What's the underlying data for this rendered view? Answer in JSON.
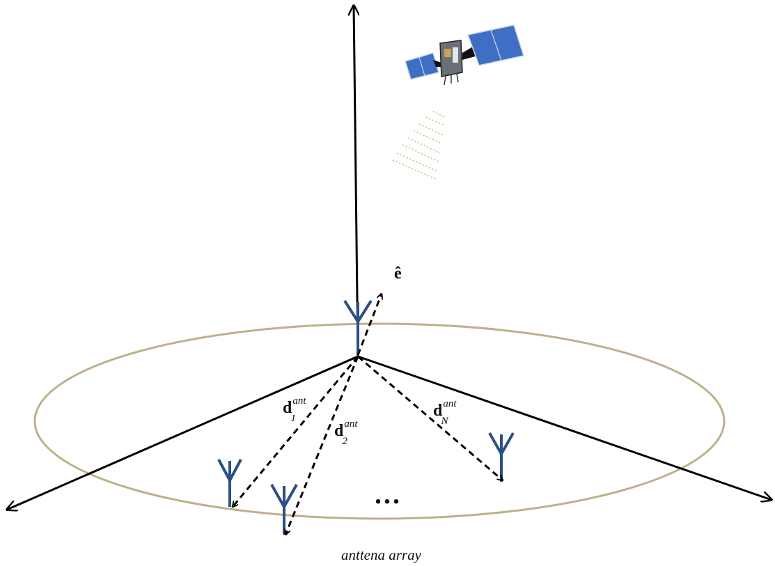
{
  "diagram": {
    "unit_vector_label": "ê",
    "baseline_labels": [
      {
        "base": "d",
        "superscript": "ant",
        "subscript": "1"
      },
      {
        "base": "d",
        "superscript": "ant",
        "subscript": "2"
      },
      {
        "base": "d",
        "superscript": "ant",
        "subscript": "N"
      }
    ],
    "ellipsis": "...",
    "caption": "anttena array"
  },
  "colors": {
    "axis": "#000000",
    "ellipse": "#bfb08a",
    "antenna": "#2b4f86",
    "signal": "#9ccf6a",
    "solar_panel": "#3f6fc4"
  },
  "icons": {
    "satellite": "satellite-icon",
    "antenna": "antenna-icon"
  }
}
